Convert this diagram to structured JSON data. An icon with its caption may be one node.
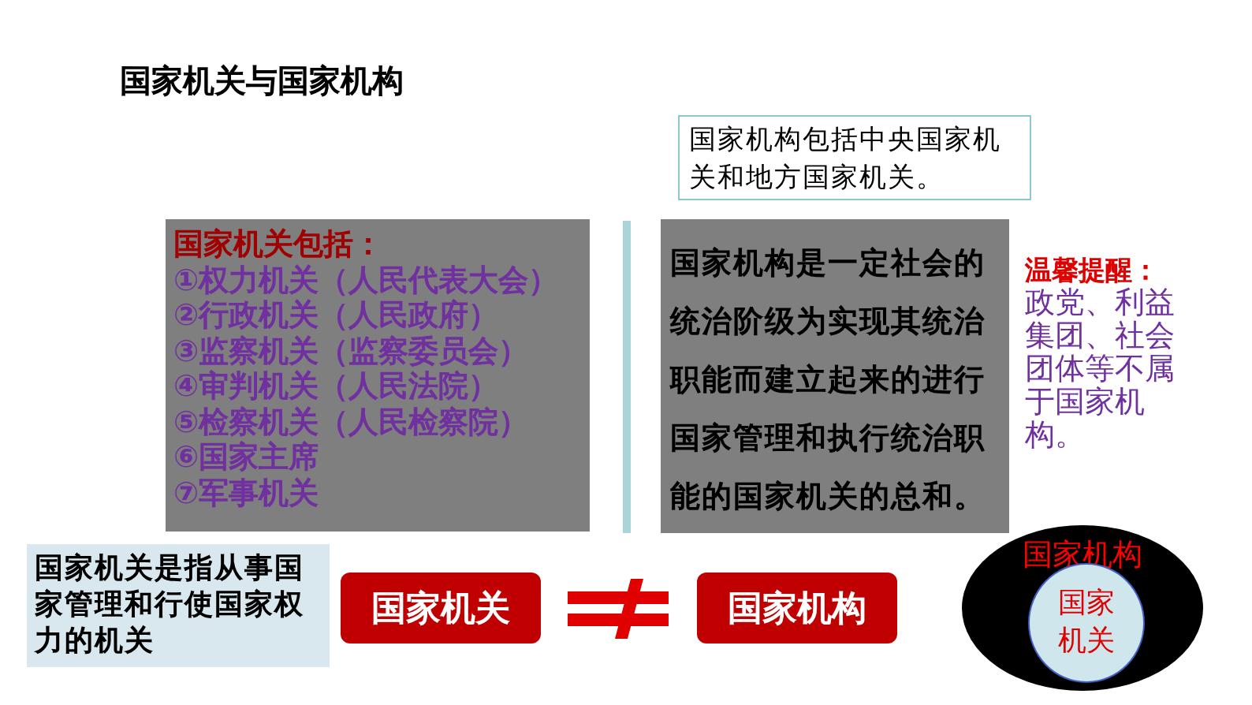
{
  "diagram": {
    "title": "国家机关与国家机构",
    "nodes": [
      {
        "text": [
          "国家机关包括：",
          "①权力机关（人民代表大会）",
          "②行政机关（人民政府）",
          "③监察机关（监察委员会）",
          "④审判机关（人民法院）",
          "⑤检察机关（人民检察院）",
          "⑥国家主席",
          "⑦军事机关"
        ]
      },
      {
        "text": [
          "国家机构包括中央国家机关和地方国家机关。"
        ]
      },
      {
        "text": [
          "国家机构是一定社会的统治阶级为实现其统治职能而建立起来的进行国家管理和执行统治职能的国家机关的总和。"
        ]
      },
      {
        "text": [
          "国家机关是指从事国家管理和行使国家权力的机关"
        ]
      },
      {
        "text": [
          "国家机关"
        ]
      },
      {
        "text": [
          "国家机构"
        ]
      },
      {
        "text": [
          "国家机构"
        ]
      },
      {
        "text": [
          "国家机关"
        ],
        "in": 6
      }
    ],
    "labels": [
      "温馨提醒：",
      "政党、利益集团、社会团体等不属于国家机构。"
    ]
  }
}
